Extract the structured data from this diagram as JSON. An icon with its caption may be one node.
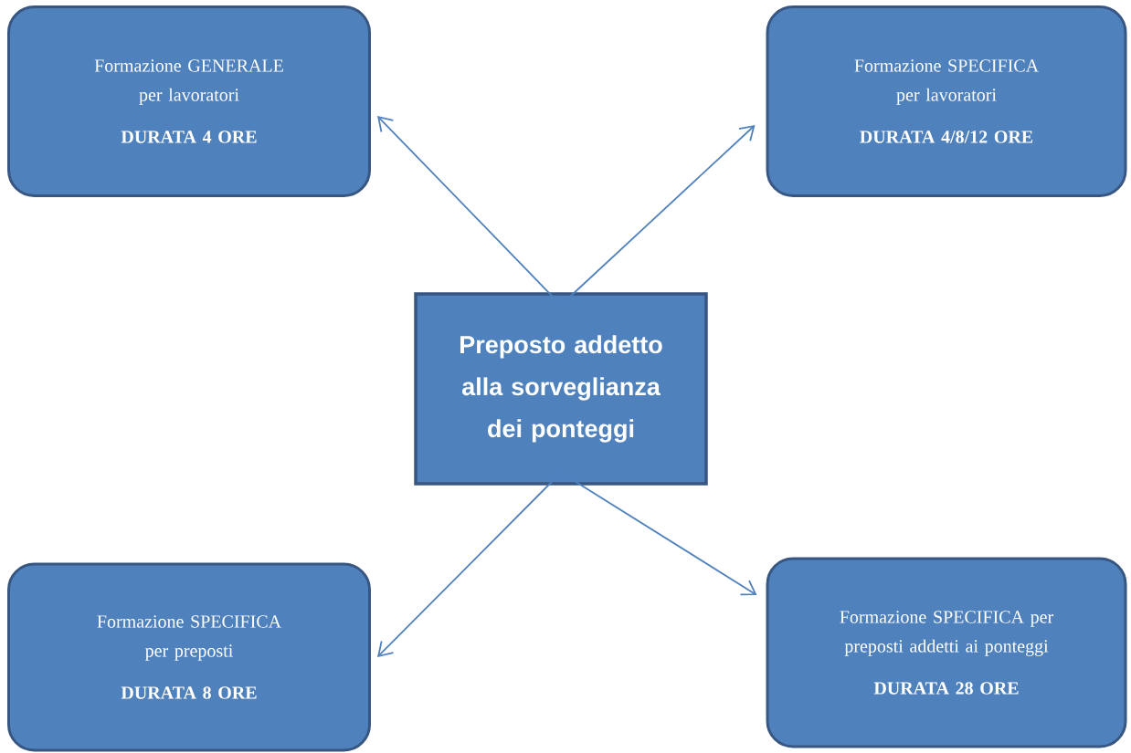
{
  "diagram": {
    "nodes": [
      {
        "text": [
          "Preposto addetto alla sorveglianza dei ponteggi"
        ]
      },
      {
        "text": [
          "Formazione GENERALE per lavoratori",
          "DURATA 4 ORE"
        ]
      },
      {
        "text": [
          "Formazione SPECIFICA per lavoratori",
          "DURATA 4/8/12 ORE"
        ]
      },
      {
        "text": [
          "Formazione SPECIFICA per preposti",
          "DURATA 8 ORE"
        ]
      },
      {
        "text": [
          "Formazione SPECIFICA per preposti addetti ai ponteggi",
          "DURATA 28 ORE"
        ]
      }
    ],
    "edges": [
      {
        "from": 0,
        "to": 1,
        "arrow": "to"
      },
      {
        "from": 0,
        "to": 2,
        "arrow": "to"
      },
      {
        "from": 0,
        "to": 3,
        "arrow": "to"
      },
      {
        "from": 0,
        "to": 4,
        "arrow": "to"
      }
    ]
  }
}
